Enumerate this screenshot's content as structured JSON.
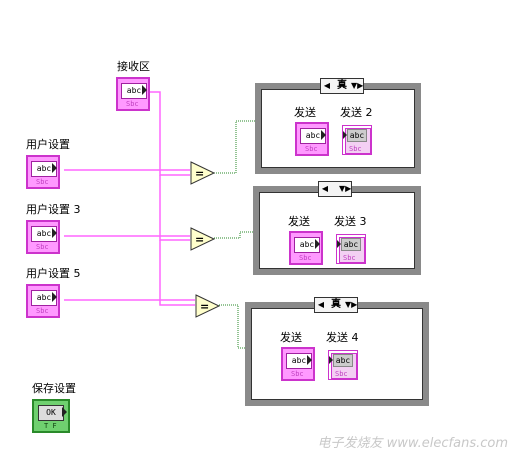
{
  "labels": {
    "receive": "接收区",
    "user1": "用户设置",
    "user3": "用户设置 3",
    "user5": "用户设置 5",
    "save": "保存设置"
  },
  "control_text": {
    "abc": "abc",
    "sub": "Sbc",
    "ok": "OK",
    "tf": "T F"
  },
  "cases": [
    {
      "selector": "真",
      "send": "发送",
      "send_out": "发送 2"
    },
    {
      "selector": "",
      "send": "发送",
      "send_out": "发送 3"
    },
    {
      "selector": "真",
      "send": "发送",
      "send_out": "发送 4"
    }
  ],
  "equals_symbol": "=",
  "watermark": "电子发烧友 www.elecfans.com",
  "colors": {
    "string_wire": "#ff66ff",
    "bool_wire": "#2a8a2a",
    "compare_fill": "#ffffcc"
  }
}
